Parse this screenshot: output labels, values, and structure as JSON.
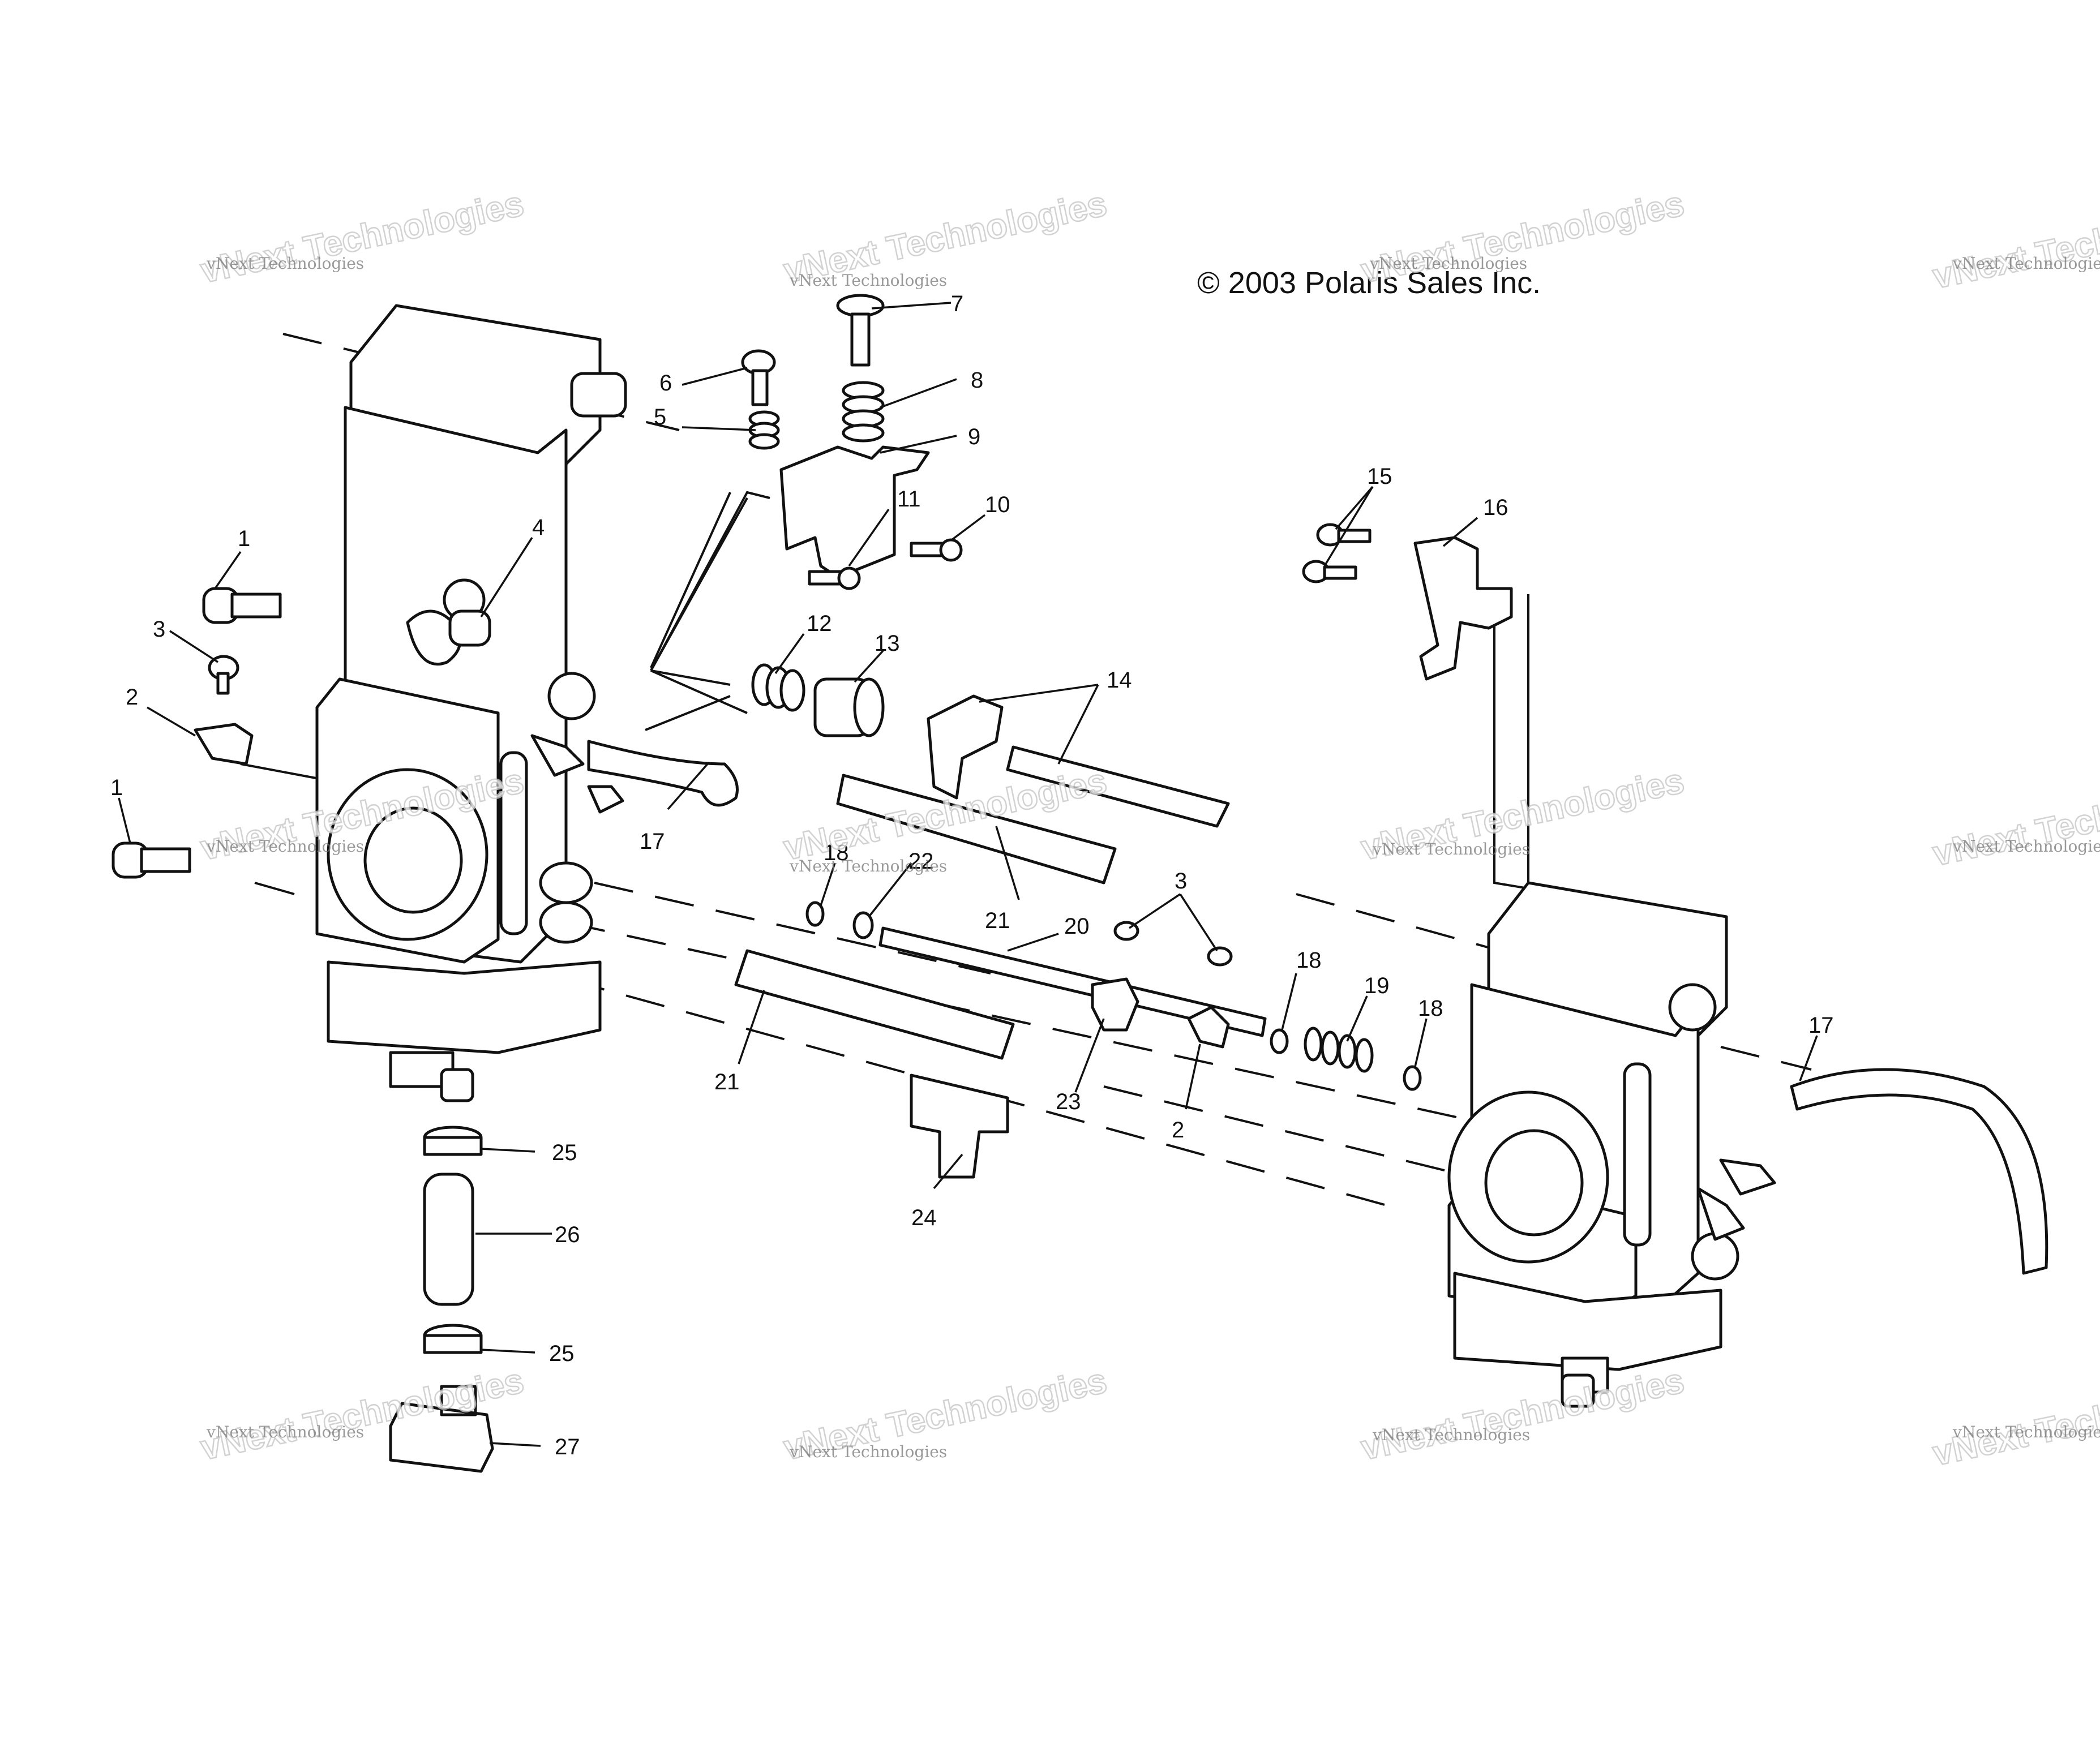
{
  "copyright": "© 2003 Polaris Sales Inc.",
  "watermark": {
    "small": "vNext Technologies",
    "large": "vNext Technologies"
  },
  "callouts": {
    "c1": "1",
    "c2": "2",
    "c3": "3",
    "c4": "4",
    "c5": "5",
    "c6": "6",
    "c7": "7",
    "c8": "8",
    "c9": "9",
    "c10": "10",
    "c11": "11",
    "c12": "12",
    "c13": "13",
    "c14": "14",
    "c15": "15",
    "c16": "16",
    "c17": "17",
    "c18": "18",
    "c19": "19",
    "c20": "20",
    "c21": "21",
    "c22": "22",
    "c23": "23",
    "c24": "24",
    "c25": "25",
    "c26": "26",
    "c27": "27"
  },
  "colors": {
    "line": "#111111",
    "background": "#ffffff",
    "watermark": "#c8c8c8"
  }
}
